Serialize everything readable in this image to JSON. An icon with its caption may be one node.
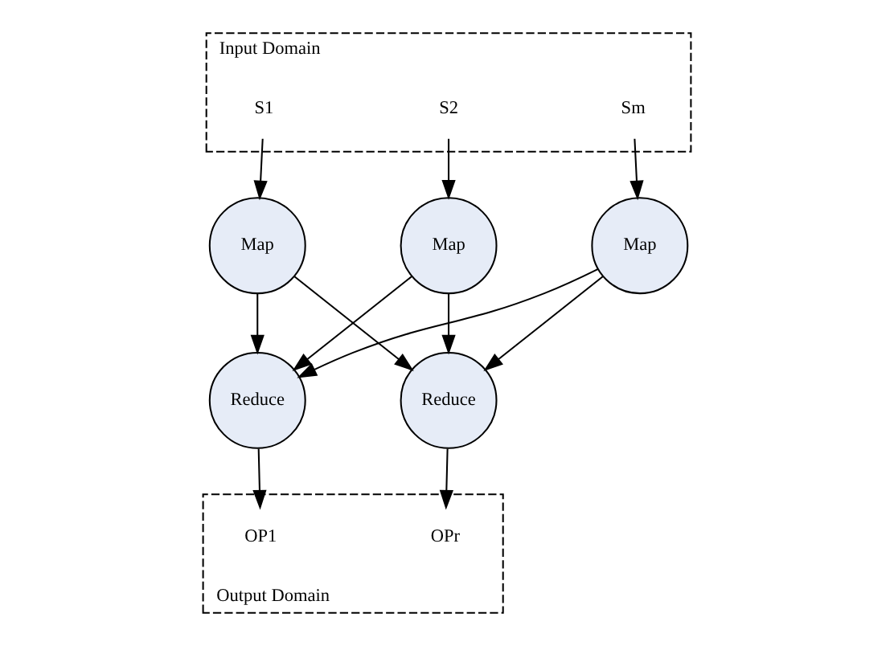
{
  "diagram": {
    "nodes": [
      {
        "text": [
          "Input Domain"
        ]
      },
      {
        "text": [
          "S1"
        ],
        "in": 0
      },
      {
        "text": [
          "S2"
        ],
        "in": 0
      },
      {
        "text": [
          "Sm"
        ],
        "in": 0
      },
      {
        "text": [
          "Map"
        ]
      },
      {
        "text": [
          "Map"
        ]
      },
      {
        "text": [
          "Map"
        ]
      },
      {
        "text": [
          "Reduce"
        ]
      },
      {
        "text": [
          "Reduce"
        ]
      },
      {
        "text": [
          "Output Domain"
        ]
      },
      {
        "text": [
          "OP1"
        ],
        "in": 9
      },
      {
        "text": [
          "OPr"
        ],
        "in": 9
      }
    ],
    "edges": [
      {
        "from": 1,
        "to": 4,
        "arrow": "to"
      },
      {
        "from": 2,
        "to": 5,
        "arrow": "to"
      },
      {
        "from": 3,
        "to": 6,
        "arrow": "to"
      },
      {
        "from": 4,
        "to": 7,
        "arrow": "to"
      },
      {
        "from": 4,
        "to": 8,
        "arrow": "to"
      },
      {
        "from": 5,
        "to": 7,
        "arrow": "to"
      },
      {
        "from": 5,
        "to": 8,
        "arrow": "to"
      },
      {
        "from": 6,
        "to": 7,
        "arrow": "to"
      },
      {
        "from": 6,
        "to": 8,
        "arrow": "to"
      },
      {
        "from": 7,
        "to": 10,
        "arrow": "to"
      },
      {
        "from": 8,
        "to": 11,
        "arrow": "to"
      }
    ]
  }
}
